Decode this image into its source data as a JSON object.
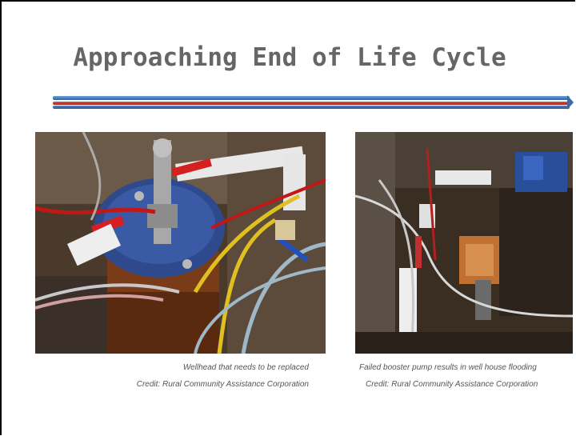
{
  "slide": {
    "title": "Approaching End of Life Cycle"
  },
  "photos": [
    {
      "description_icon": "wellhead-photo",
      "caption": "Wellhead that needs to be replaced",
      "credit": "Credit: Rural Community Assistance Corporation"
    },
    {
      "description_icon": "booster-pump-photo",
      "caption": "Failed booster pump results in well house flooding",
      "credit": "Credit: Rural Community Assistance Corporation"
    }
  ],
  "colors": {
    "title": "#666666",
    "rule_blue": "#2f5f9e",
    "rule_red": "#c0342b",
    "caption": "#555555"
  }
}
